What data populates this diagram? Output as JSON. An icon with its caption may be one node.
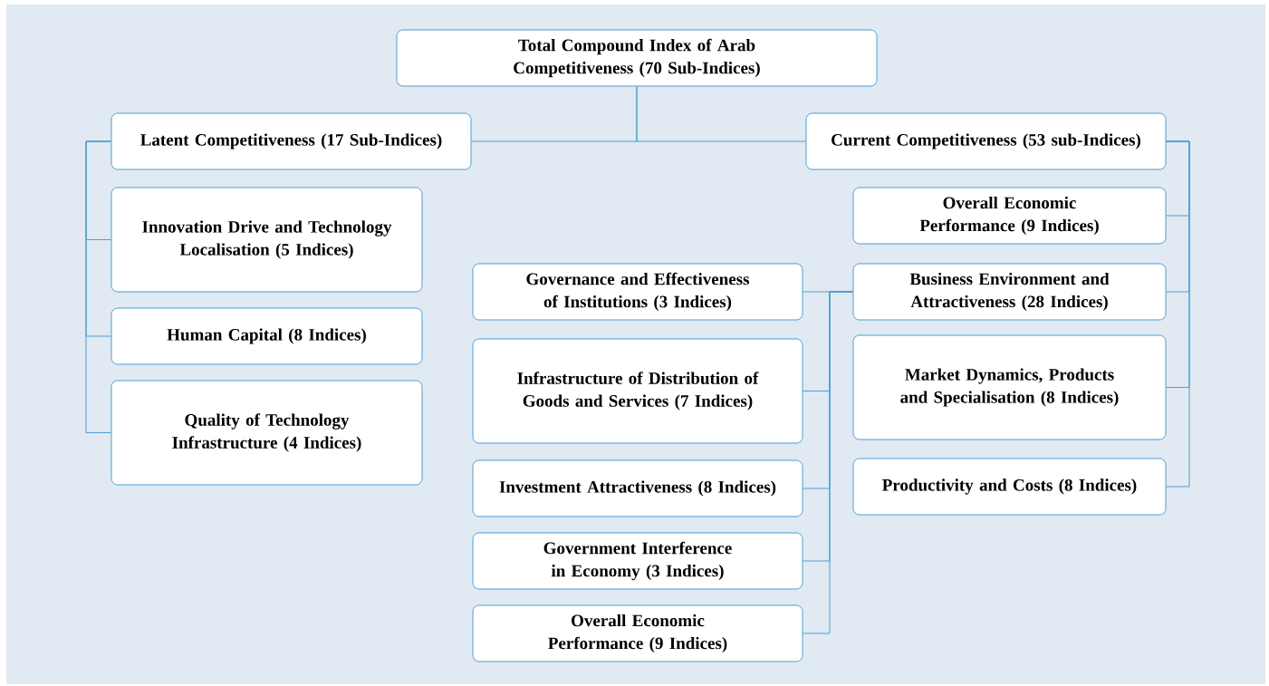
{
  "diagram": {
    "nodes": [
      {
        "text": [
          "Total Compound Index of Arab Competitiveness (70 Sub-Indices)"
        ]
      },
      {
        "text": [
          "Latent Competitiveness (17 Sub-Indices)"
        ]
      },
      {
        "text": [
          "Current Competitiveness (53 sub-Indices)"
        ]
      },
      {
        "text": [
          "Innovation Drive and Technology Localisation (5 Indices)"
        ]
      },
      {
        "text": [
          "Human Capital (8 Indices)"
        ]
      },
      {
        "text": [
          "Quality of Technology Infrastructure (4 Indices)"
        ]
      },
      {
        "text": [
          "Overall Economic Performance (9 Indices)"
        ]
      },
      {
        "text": [
          "Business Environment and Attractiveness (28 Indices)"
        ]
      },
      {
        "text": [
          "Market Dynamics, Products and Specialisation (8 Indices)"
        ]
      },
      {
        "text": [
          "Productivity and Costs (8 Indices)"
        ]
      },
      {
        "text": [
          "Governance and Effectiveness of Institutions (3 Indices)"
        ]
      },
      {
        "text": [
          "Infrastructure of Distribution of Goods and Services (7 Indices)"
        ]
      },
      {
        "text": [
          "Investment Attractiveness (8 Indices)"
        ]
      },
      {
        "text": [
          "Government Interference in Economy (3 Indices)"
        ]
      },
      {
        "text": [
          "Overall Economic Performance (9 Indices)"
        ]
      }
    ],
    "edges": [
      {
        "from": 0,
        "to": 1,
        "arrow": "none"
      },
      {
        "from": 0,
        "to": 2,
        "arrow": "none"
      },
      {
        "from": 1,
        "to": 3,
        "arrow": "none"
      },
      {
        "from": 1,
        "to": 4,
        "arrow": "none"
      },
      {
        "from": 1,
        "to": 5,
        "arrow": "none"
      },
      {
        "from": 2,
        "to": 6,
        "arrow": "none"
      },
      {
        "from": 2,
        "to": 7,
        "arrow": "none"
      },
      {
        "from": 2,
        "to": 8,
        "arrow": "none"
      },
      {
        "from": 2,
        "to": 9,
        "arrow": "none"
      },
      {
        "from": 7,
        "to": 10,
        "arrow": "none"
      },
      {
        "from": 7,
        "to": 11,
        "arrow": "none"
      },
      {
        "from": 7,
        "to": 12,
        "arrow": "none"
      },
      {
        "from": 7,
        "to": 13,
        "arrow": "none"
      },
      {
        "from": 7,
        "to": 14,
        "arrow": "none"
      }
    ]
  }
}
